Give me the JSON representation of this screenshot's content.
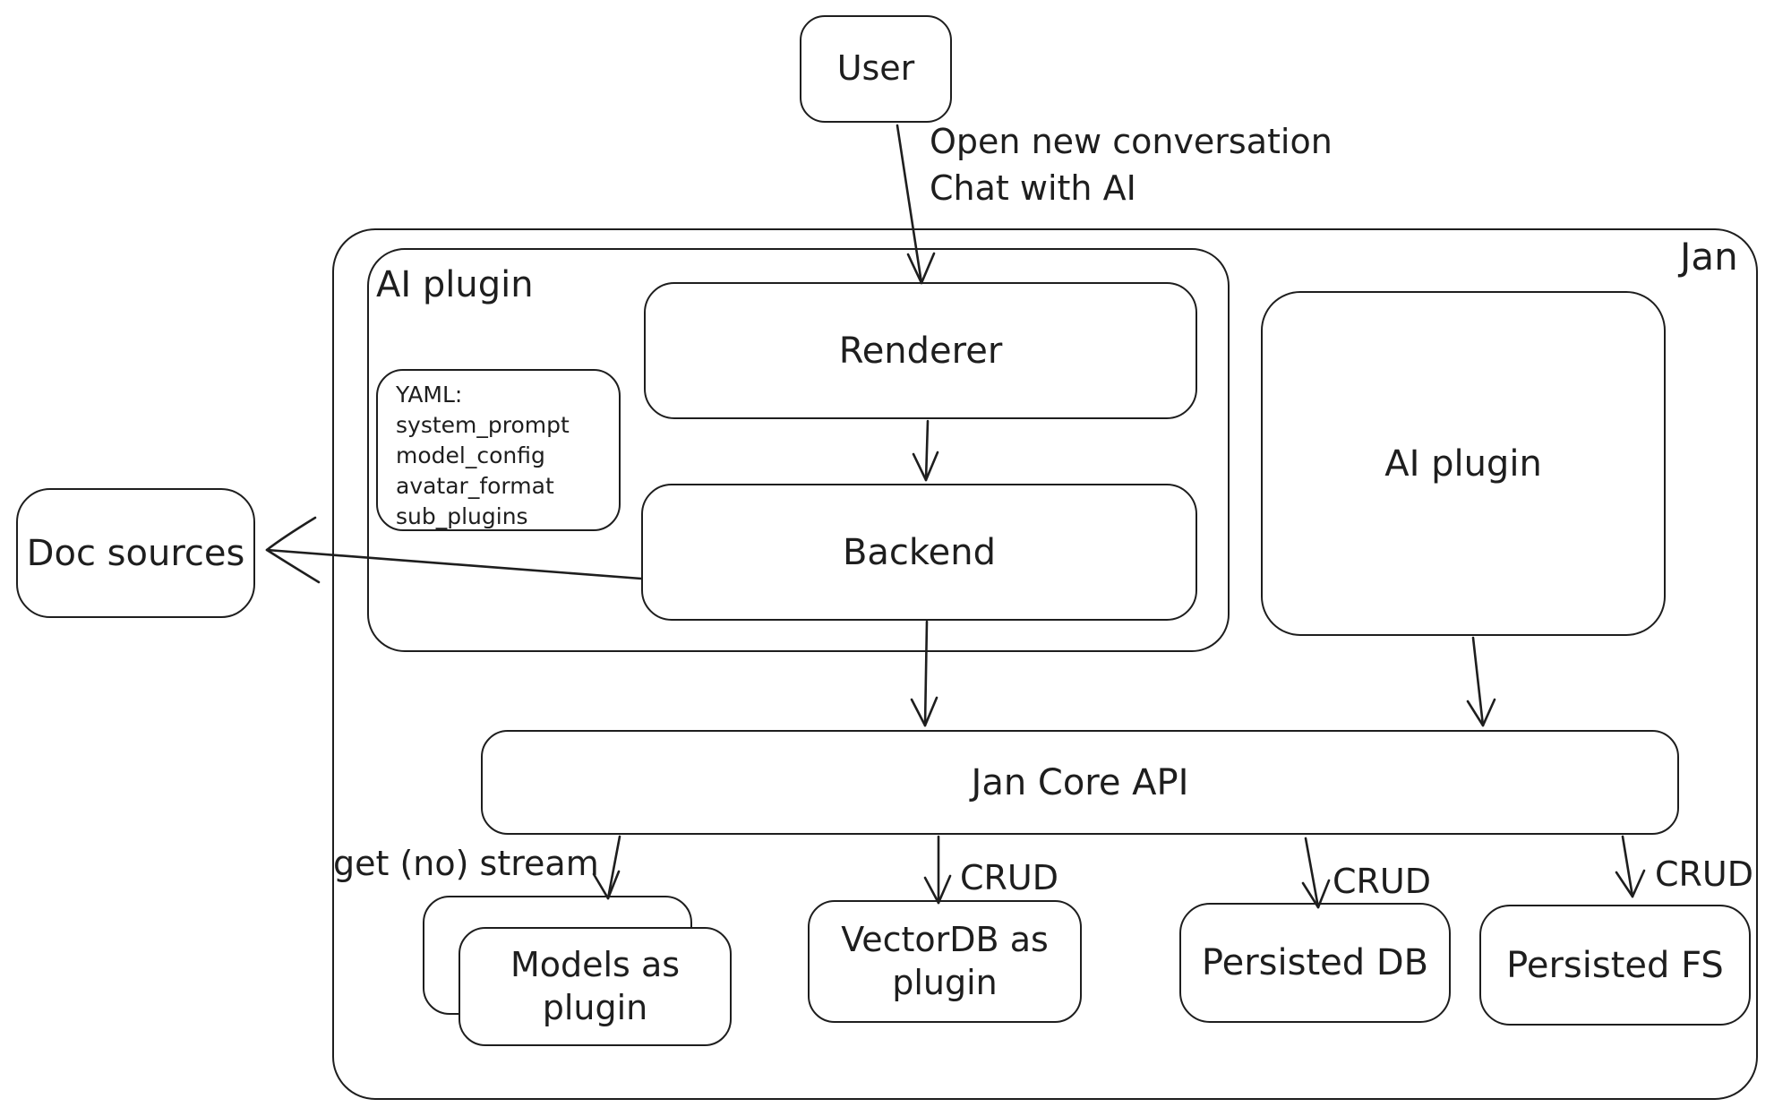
{
  "colors": {
    "ink": "#1e1e1e",
    "background": "#ffffff"
  },
  "nodes": {
    "user": {
      "label": "User"
    },
    "jan": {
      "label": "Jan"
    },
    "ai_plugin_left": {
      "label": "AI plugin"
    },
    "renderer": {
      "label": "Renderer"
    },
    "backend": {
      "label": "Backend"
    },
    "yaml_note": {
      "title": "YAML:",
      "lines": [
        "system_prompt",
        "model_config",
        "avatar_format",
        "sub_plugins"
      ]
    },
    "ai_plugin_right": {
      "label": "AI plugin"
    },
    "doc_sources": {
      "label": "Doc sources"
    },
    "jan_core_api": {
      "label": "Jan Core API"
    },
    "models_plugin": {
      "label": "Models as plugin"
    },
    "vectordb_plugin": {
      "label": "VectorDB as plugin"
    },
    "persisted_db": {
      "label": "Persisted DB"
    },
    "persisted_fs": {
      "label": "Persisted FS"
    }
  },
  "edges": {
    "user_to_renderer": {
      "label_line1": "Open new conversation",
      "label_line2": "Chat with AI"
    },
    "api_to_models": {
      "label": "get (no) stream"
    },
    "api_to_vectordb": {
      "label": "CRUD"
    },
    "api_to_persisted_db": {
      "label": "CRUD"
    },
    "api_to_persisted_fs": {
      "label": "CRUD"
    }
  }
}
